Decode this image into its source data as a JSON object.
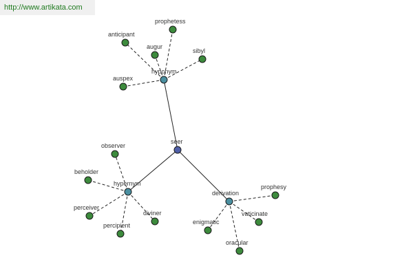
{
  "banner": {
    "url_text": "http://www.artikata.com"
  },
  "colors": {
    "leaf": "#3d8b3d",
    "category": "#4a8fa0",
    "root": "#5060a8",
    "edge": "#222222",
    "banner_bg": "#f0f0f0",
    "banner_text": "#1f7a1f"
  },
  "graph": {
    "root": {
      "id": "seer",
      "label": "seer"
    },
    "categories": [
      {
        "id": "hyponym",
        "label": "hyponym",
        "children": [
          "prophetess",
          "anticipant",
          "augur",
          "sibyl",
          "auspex"
        ]
      },
      {
        "id": "hypernym",
        "label": "hypernym",
        "children": [
          "observer",
          "beholder",
          "perceiver",
          "percipient",
          "diviner"
        ]
      },
      {
        "id": "derivation",
        "label": "derivation",
        "children": [
          "prophesy",
          "vaticinate",
          "enigmatic",
          "oracular"
        ]
      }
    ]
  }
}
